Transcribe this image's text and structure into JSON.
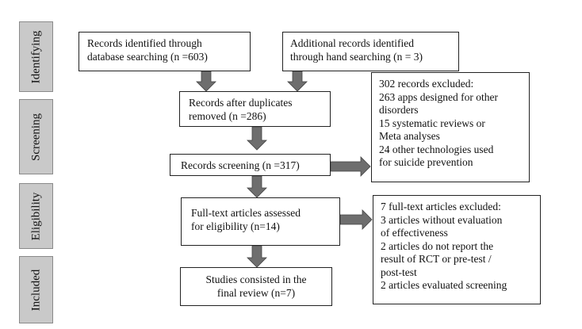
{
  "stages": [
    "Identifying",
    "Screening",
    "Eligibility",
    "Included"
  ],
  "boxes": {
    "db_search": [
      "Records identified through",
      "database searching (n =603)"
    ],
    "hand_search": [
      "Additional records identified",
      "through hand searching (n = 3)"
    ],
    "duplicates_removed": [
      "Records after duplicates",
      "removed (n =286)"
    ],
    "records_excluded": [
      "302 records excluded:",
      "263 apps designed for other",
      "disorders",
      "15 systematic reviews or",
      "Meta analyses",
      "24 other technologies used",
      "for suicide prevention"
    ],
    "records_screening": [
      "Records screening (n =317)"
    ],
    "full_text_assessed": [
      "Full-text articles assessed",
      "for eligibility (n=14)"
    ],
    "full_text_excluded": [
      "7 full-text articles excluded:",
      "3 articles without evaluation",
      "of effectiveness",
      "2 articles do not report the",
      "result of RCT or pre-test /",
      "post-test",
      "2 articles evaluated screening"
    ],
    "final_review": [
      "Studies consisted in the",
      "final review (n=7)"
    ]
  },
  "colors": {
    "stage_fill": "#c9c9c9",
    "arrow": "#6e6e6e",
    "border": "#222222"
  }
}
